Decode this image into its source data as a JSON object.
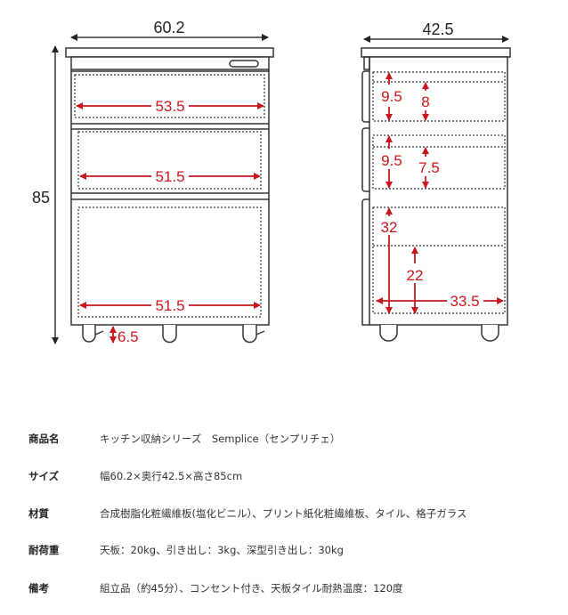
{
  "front_view": {
    "width_label": "60.2",
    "height_label": "85",
    "drawer1_inner_width": "53.5",
    "drawer2_inner_width": "51.5",
    "drawer3_inner_width": "51.5",
    "floor_clearance": "6.5"
  },
  "side_view": {
    "depth_label": "42.5",
    "drawer1_outer_height": "9.5",
    "drawer1_inner_height": "8",
    "drawer2_outer_height": "9.5",
    "drawer2_inner_height": "7.5",
    "drawer3_outer_height": "32",
    "drawer3_inner_height": "22",
    "inner_depth": "33.5"
  },
  "colors": {
    "dimension_red": "#c8161e",
    "line": "#333333"
  },
  "specs": [
    {
      "label": "商品名",
      "value": "キッチン収納シリーズ　Semplice（センプリチェ）"
    },
    {
      "label": "サイズ",
      "value": "幅60.2×奥行42.5×高さ85cm"
    },
    {
      "label": "材質",
      "value": "合成樹脂化粧繊維板(塩化ビニル）、プリント紙化粧繊維板、タイル、格子ガラス"
    },
    {
      "label": "耐荷重",
      "value": "天板：20kg、引き出し：3kg、深型引き出し：30kg"
    },
    {
      "label": "備考",
      "value": "組立品（約45分）、コンセント付き、天板タイル耐熱温度：120度"
    }
  ]
}
